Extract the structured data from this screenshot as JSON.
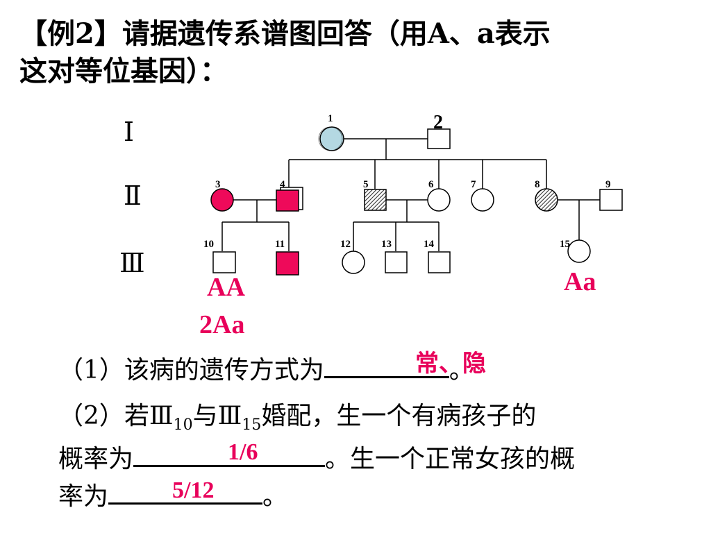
{
  "title": {
    "line1": "【例2】请据遗传系谱图回答（用A、a表示",
    "line2": "这对等位基因）："
  },
  "generations": [
    "Ⅰ",
    "Ⅱ",
    "Ⅲ"
  ],
  "individuals": {
    "n1": "1",
    "n2": "2",
    "n3": "3",
    "n4": "4",
    "n5": "5",
    "n6": "6",
    "n7": "7",
    "n8": "8",
    "n9": "9",
    "n10": "10",
    "n11": "11",
    "n12": "12",
    "n13": "13",
    "n14": "14",
    "n15": "15"
  },
  "genotypes": {
    "iii10_line1": "AA",
    "iii10_line2": "2Aa",
    "iii15": "Aa"
  },
  "questions": {
    "q1_prefix": "（1）该病的遗传方式为",
    "q1_suffix": "。",
    "q1_answer": "常、隐",
    "q2_l1_a": "（2）若Ⅲ",
    "q2_l1_sub1": "10",
    "q2_l1_b": "与Ⅲ",
    "q2_l1_sub2": "15",
    "q2_l1_c": "婚配，生一个有病孩子的",
    "q2_l2_prefix": "概率为",
    "q2_l2_suffix": "。生一个正常女孩的概",
    "q2_answer1": "1/6",
    "q2_l3_prefix": "率为",
    "q2_l3_suffix": "。",
    "q2_answer2": "5/12"
  },
  "colors": {
    "affected_pink": "#ee0a5a",
    "affected_blue": "#b4d8e2",
    "answer_pink": "#e8005a"
  }
}
